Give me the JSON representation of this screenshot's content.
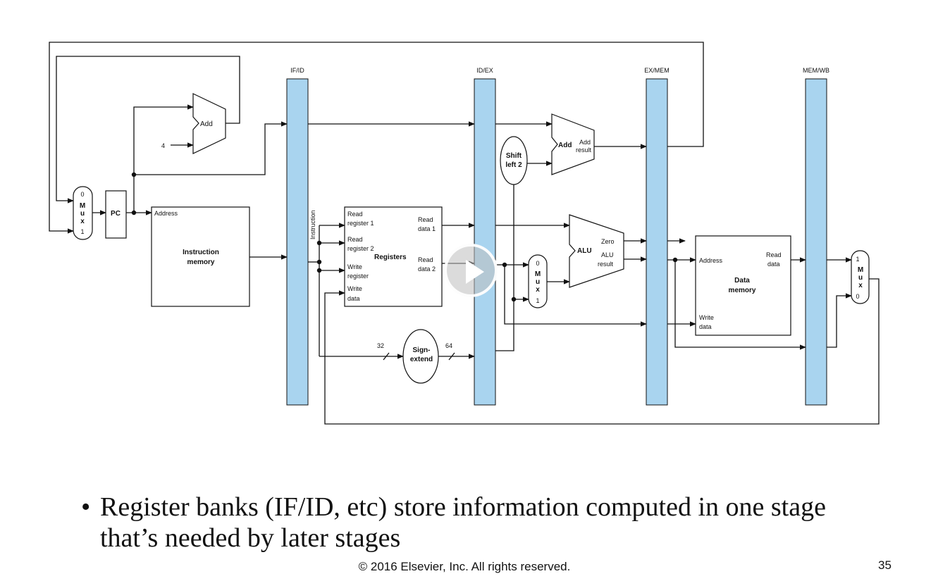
{
  "colors": {
    "pipeline_register": "#a9d4ef",
    "wire": "#111111",
    "play_overlay": "#bdbdbd"
  },
  "pipeline_registers": [
    {
      "label": "IF/ID"
    },
    {
      "label": "ID/EX"
    },
    {
      "label": "EX/MEM"
    },
    {
      "label": "MEM/WB"
    }
  ],
  "labels": {
    "pc": "PC",
    "add": "Add",
    "four": "4",
    "address": "Address",
    "instruction_memory": [
      "Instruction",
      "memory"
    ],
    "instruction": "Instruction",
    "mux": [
      "M",
      "u",
      "x"
    ],
    "mux_pc_inputs": [
      "0",
      "1"
    ],
    "mux_alu_inputs": [
      "0",
      "1"
    ],
    "mux_wb_inputs": [
      "1",
      "0"
    ],
    "read_register_1": [
      "Read",
      "register 1"
    ],
    "read_register_2": [
      "Read",
      "register 2"
    ],
    "write_register": [
      "Write",
      "register"
    ],
    "write_data": [
      "Write",
      "data"
    ],
    "registers": "Registers",
    "read_data_1": [
      "Read",
      "data 1"
    ],
    "read_data_2": [
      "Read",
      "data 2"
    ],
    "shift_left_2": [
      "Shift",
      "left 2"
    ],
    "add_result": [
      "Add",
      "result"
    ],
    "alu": "ALU",
    "zero": "Zero",
    "alu_result": [
      "ALU",
      "result"
    ],
    "sign_extend": [
      "Sign-",
      "extend"
    ],
    "bits_in": "32",
    "bits_out": "64",
    "data_memory": [
      "Data",
      "memory"
    ],
    "read_data": [
      "Read",
      "data"
    ]
  },
  "bullet": "Register banks (IF/ID, etc) store information computed in one stage that’s needed by later stages",
  "copyright": "© 2016 Elsevier, Inc. All rights reserved.",
  "slide_number": "35",
  "icons": {
    "play": "play-icon"
  }
}
